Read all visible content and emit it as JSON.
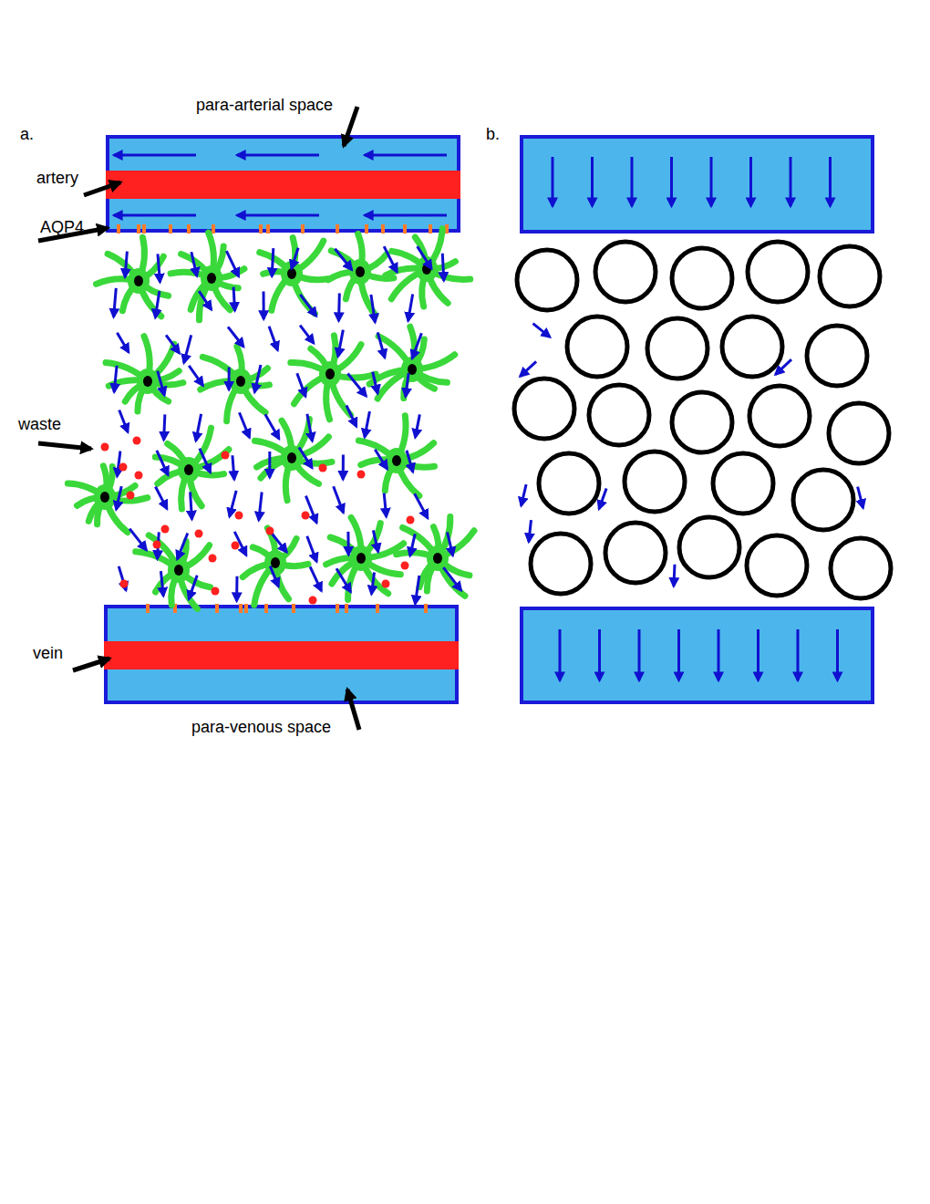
{
  "diagram": {
    "labels": [
      "a.",
      "para-arterial space",
      "artery",
      "AQP4",
      "waste",
      "vein",
      "para-venous space",
      "b."
    ]
  }
}
